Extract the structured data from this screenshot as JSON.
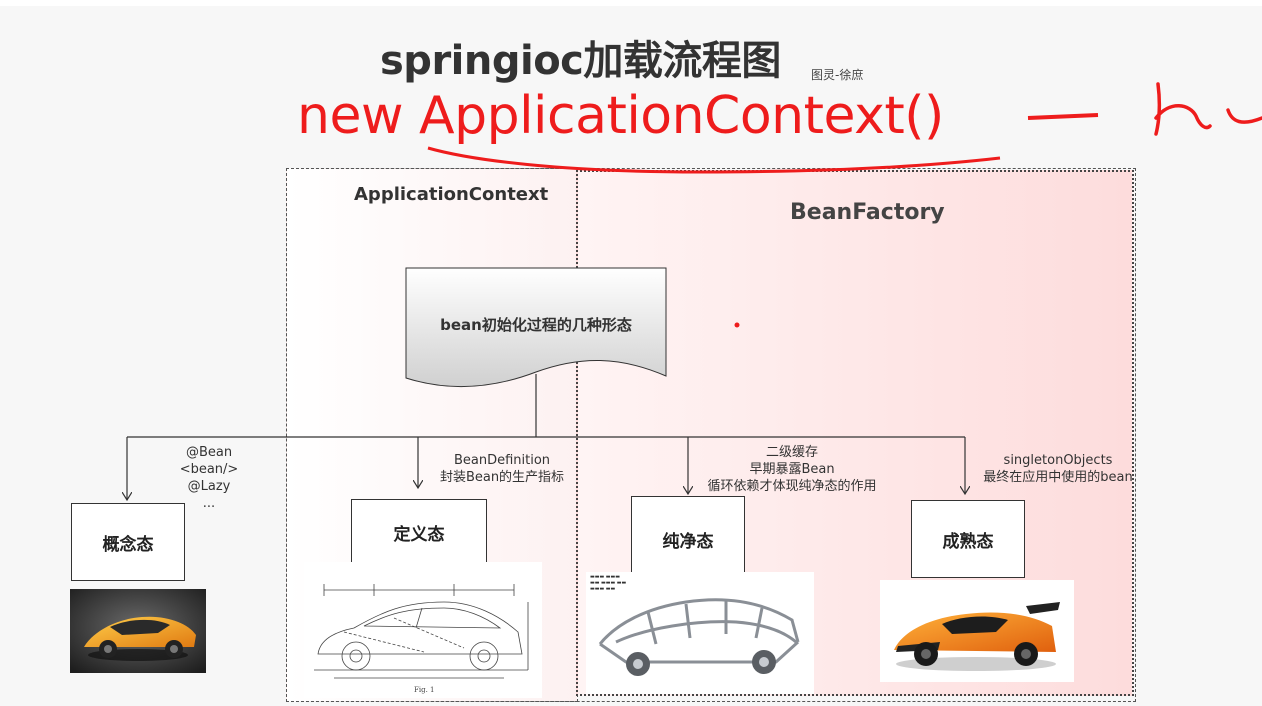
{
  "title": {
    "main": "springioc加载流程图",
    "author": "图灵-徐庶"
  },
  "handwriting": {
    "code": "new ApplicationContext()"
  },
  "regions": {
    "application_context": "ApplicationContext",
    "bean_factory": "BeanFactory"
  },
  "center_doc": {
    "label": "bean初始化过程的几种形态"
  },
  "states": [
    {
      "label": "概念态"
    },
    {
      "label": "定义态"
    },
    {
      "label": "纯净态"
    },
    {
      "label": "成熟态"
    }
  ],
  "annotations": {
    "concept": [
      "@Bean",
      "<bean/>",
      "@Lazy",
      "..."
    ],
    "definition": [
      "BeanDefinition",
      "封装Bean的生产指标"
    ],
    "pure": [
      "二级缓存",
      "早期暴露Bean",
      "循环依赖才体现纯净态的作用"
    ],
    "mature": [
      "singletonObjects",
      "最终在应用中使用的bean"
    ]
  },
  "colors": {
    "ink_red": "#ee1c1c",
    "title": "#333333",
    "region_tint": "#fddcdc",
    "car_orange": "#f08a1c"
  }
}
